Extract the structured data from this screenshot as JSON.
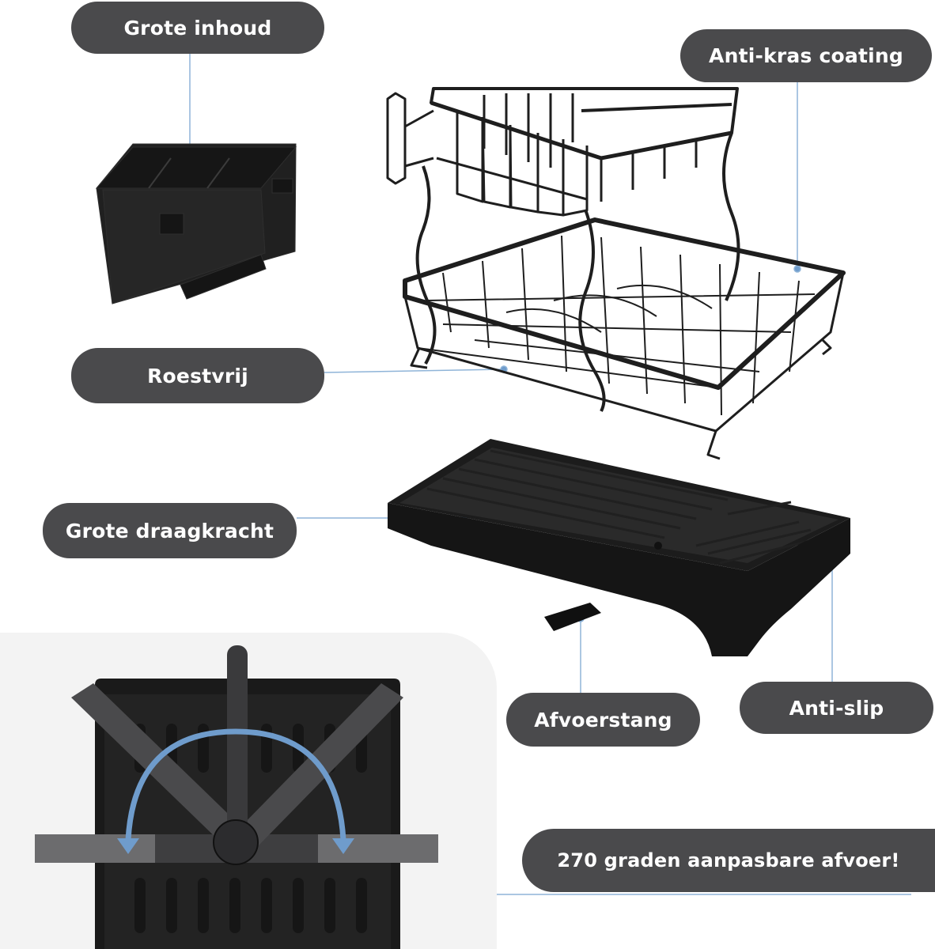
{
  "labels": {
    "grote_inhoud": "Grote inhoud",
    "anti_kras": "Anti-kras coating",
    "roestvrij": "Roestvrij",
    "draagkracht": "Grote draagkracht",
    "afvoerstang": "Afvoerstang",
    "anti_slip": "Anti-slip",
    "afvoer_270": "270 graden aanpasbare afvoer!"
  },
  "colors": {
    "pill": "#4a4a4c",
    "pill_text": "#ffffff",
    "leader_line": "#8fb4d8",
    "arrow": "#6f9ccc",
    "product": "#1e1e1e"
  }
}
